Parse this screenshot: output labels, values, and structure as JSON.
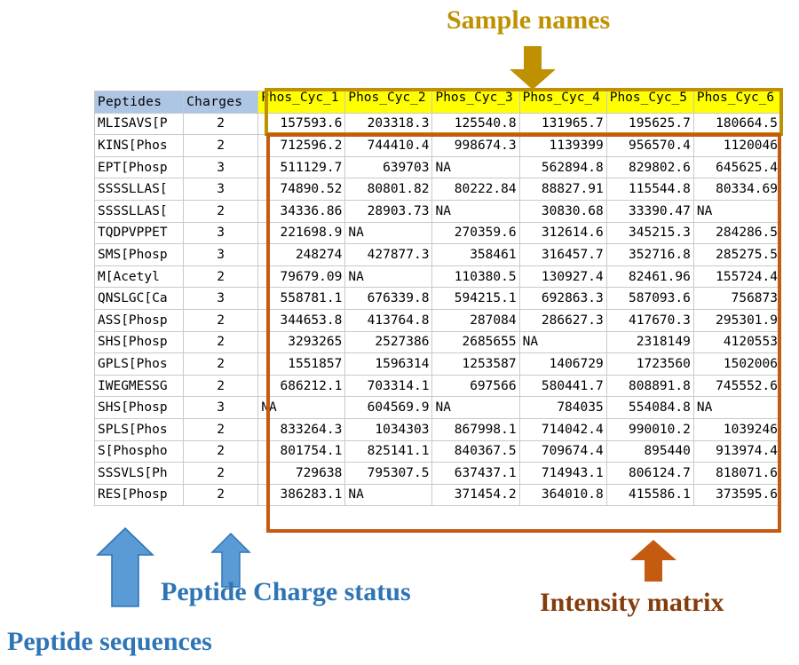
{
  "annotations": {
    "sample_names": "Sample names",
    "intensity_matrix": "Intensity matrix",
    "peptide_charge_status": "Peptide Charge status",
    "peptide_sequences": "Peptide sequences"
  },
  "colors": {
    "sample_box_border": "#bf9000",
    "matrix_box_border": "#c55a11",
    "sample_header_fill": "#ffff00",
    "left_header_fill": "#adc6e5",
    "blue_arrow_fill": "#5b9bd5",
    "blue_arrow_stroke": "#2e75b6",
    "orange_arrow_fill": "#c55a11",
    "gold_arrow_fill": "#bf9000",
    "grid_line": "#c9c9c9",
    "text": "#000000"
  },
  "table": {
    "headers": {
      "peptides": "Peptides",
      "charges": "Charges",
      "samples": [
        "Phos_Cyc_1",
        "Phos_Cyc_2",
        "Phos_Cyc_3",
        "Phos_Cyc_4",
        "Phos_Cyc_5",
        "Phos_Cyc_6"
      ]
    },
    "rows": [
      {
        "peptide": "MLISAVS[P",
        "charge": "2",
        "values": [
          "157593.6",
          "203318.3",
          "125540.8",
          "131965.7",
          "195625.7",
          "180664.5"
        ]
      },
      {
        "peptide": "KINS[Phos",
        "charge": "2",
        "values": [
          "712596.2",
          "744410.4",
          "998674.3",
          "1139399",
          "956570.4",
          "1120046"
        ]
      },
      {
        "peptide": "EPT[Phosp",
        "charge": "3",
        "values": [
          "511129.7",
          "639703",
          "NA",
          "562894.8",
          "829802.6",
          "645625.4"
        ]
      },
      {
        "peptide": "SSSSLLAS[",
        "charge": "3",
        "values": [
          "74890.52",
          "80801.82",
          "80222.84",
          "88827.91",
          "115544.8",
          "80334.69"
        ]
      },
      {
        "peptide": "SSSSLLAS[",
        "charge": "2",
        "values": [
          "34336.86",
          "28903.73",
          "NA",
          "30830.68",
          "33390.47",
          "NA"
        ]
      },
      {
        "peptide": "TQDPVPPET",
        "charge": "3",
        "values": [
          "221698.9",
          "NA",
          "270359.6",
          "312614.6",
          "345215.3",
          "284286.5"
        ]
      },
      {
        "peptide": "SMS[Phosp",
        "charge": "3",
        "values": [
          "248274",
          "427877.3",
          "358461",
          "316457.7",
          "352716.8",
          "285275.5"
        ]
      },
      {
        "peptide": "M[Acetyl",
        "charge": "2",
        "values": [
          "79679.09",
          "NA",
          "110380.5",
          "130927.4",
          "82461.96",
          "155724.4"
        ]
      },
      {
        "peptide": "QNSLGC[Ca",
        "charge": "3",
        "values": [
          "558781.1",
          "676339.8",
          "594215.1",
          "692863.3",
          "587093.6",
          "756873"
        ]
      },
      {
        "peptide": "ASS[Phosp",
        "charge": "2",
        "values": [
          "344653.8",
          "413764.8",
          "287084",
          "286627.3",
          "417670.3",
          "295301.9"
        ]
      },
      {
        "peptide": "SHS[Phosp",
        "charge": "2",
        "values": [
          "3293265",
          "2527386",
          "2685655",
          "NA",
          "2318149",
          "4120553"
        ]
      },
      {
        "peptide": "GPLS[Phos",
        "charge": "2",
        "values": [
          "1551857",
          "1596314",
          "1253587",
          "1406729",
          "1723560",
          "1502006"
        ]
      },
      {
        "peptide": "IWEGMESSG",
        "charge": "2",
        "values": [
          "686212.1",
          "703314.1",
          "697566",
          "580441.7",
          "808891.8",
          "745552.6"
        ]
      },
      {
        "peptide": "SHS[Phosp",
        "charge": "3",
        "values": [
          "NA",
          "604569.9",
          "NA",
          "784035",
          "554084.8",
          "NA"
        ]
      },
      {
        "peptide": "SPLS[Phos",
        "charge": "2",
        "values": [
          "833264.3",
          "1034303",
          "867998.1",
          "714042.4",
          "990010.2",
          "1039246"
        ]
      },
      {
        "peptide": "S[Phospho",
        "charge": "2",
        "values": [
          "801754.1",
          "825141.1",
          "840367.5",
          "709674.4",
          "895440",
          "913974.4"
        ]
      },
      {
        "peptide": "SSSVLS[Ph",
        "charge": "2",
        "values": [
          "729638",
          "795307.5",
          "637437.1",
          "714943.1",
          "806124.7",
          "818071.6"
        ]
      },
      {
        "peptide": "RES[Phosp",
        "charge": "2",
        "values": [
          "386283.1",
          "NA",
          "371454.2",
          "364010.8",
          "415586.1",
          "373595.6"
        ]
      }
    ]
  }
}
